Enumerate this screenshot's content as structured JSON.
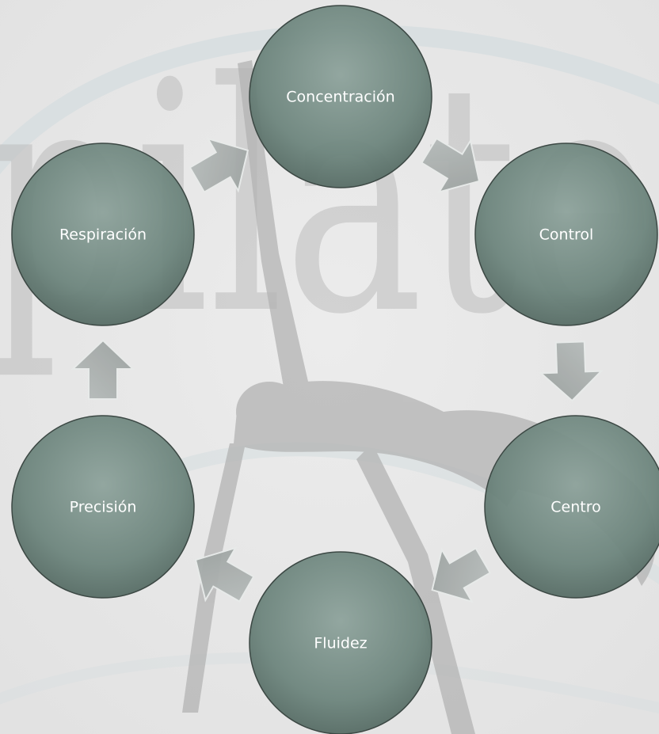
{
  "diagram": {
    "type": "cycle",
    "nodes": [
      {
        "id": "concentracion",
        "label": "Concentración"
      },
      {
        "id": "control",
        "label": "Control"
      },
      {
        "id": "centro",
        "label": "Centro"
      },
      {
        "id": "fluidez",
        "label": "Fluidez"
      },
      {
        "id": "precision",
        "label": "Precisión"
      },
      {
        "id": "respiracion",
        "label": "Respiración"
      }
    ],
    "edges": [
      {
        "from": "concentracion",
        "to": "control"
      },
      {
        "from": "control",
        "to": "centro"
      },
      {
        "from": "centro",
        "to": "fluidez"
      },
      {
        "from": "fluidez",
        "to": "precision"
      },
      {
        "from": "precision",
        "to": "respiracion"
      },
      {
        "from": "respiracion",
        "to": "concentracion"
      }
    ]
  },
  "background": {
    "watermark_text": "pilates",
    "watermark_figure": "pilates-pose-silhouette"
  },
  "colors": {
    "page": "#e6e6e6",
    "node_fill": "#6f8880",
    "node_fill_light": "#9fb2ac",
    "node_stroke": "#3c4844",
    "label": "#ffffff",
    "arrow_fill": "#a9aead",
    "arrow_stroke": "#e8ebea",
    "watermark": "#b9b9b9"
  }
}
